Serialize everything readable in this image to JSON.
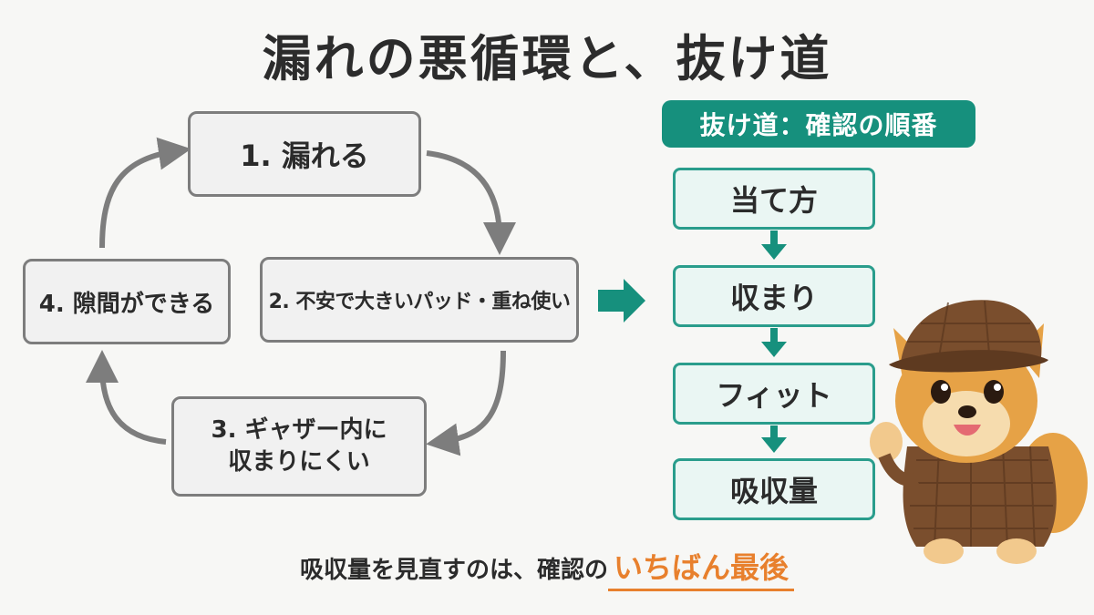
{
  "title": "漏れの悪循環と、抜け道",
  "cycle": {
    "step1": "1. 漏れる",
    "step2": "2. 不安で大きいパッド・重ね使い",
    "step3_line1": "3. ギャザー内に",
    "step3_line2": "収まりにくい",
    "step4": "4. 隙間ができる"
  },
  "solution": {
    "header": "抜け道：確認の順番",
    "steps": [
      "当て方",
      "収まり",
      "フィット",
      "吸収量"
    ]
  },
  "caption": {
    "text": "吸収量を見直すのは、確認の",
    "highlight": "いちばん最後"
  },
  "colors": {
    "accent_teal": "#16907d",
    "highlight_orange": "#e8802d",
    "cycle_gray": "#7d7d7d"
  },
  "icons": [
    "dog-detective-mascot"
  ]
}
